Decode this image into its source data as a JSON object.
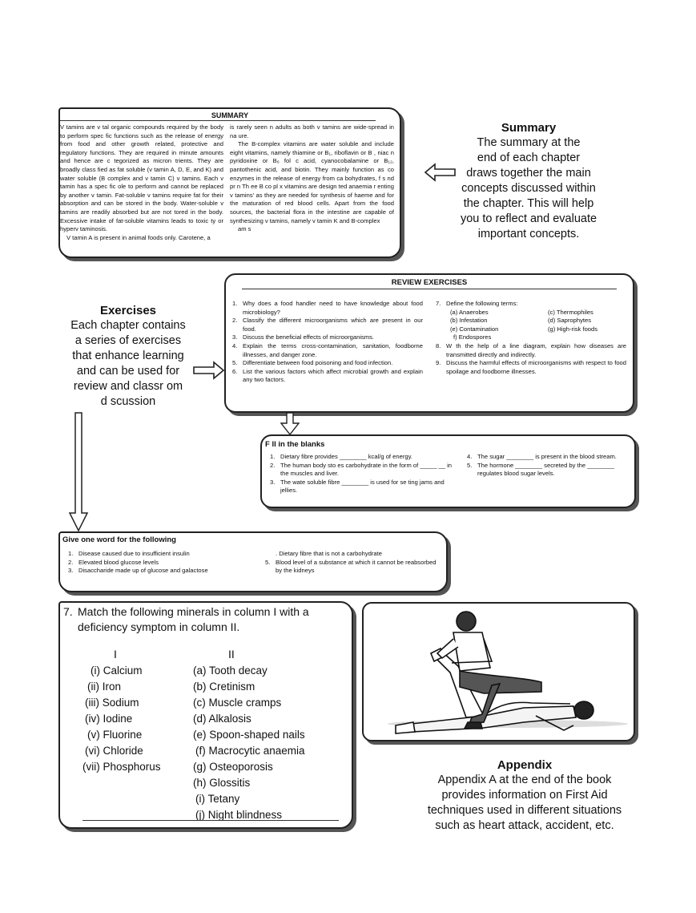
{
  "summary_box": {
    "heading": "SUMMARY",
    "left_paragraphs": [
      "V tamins are v tal organic compounds required by the body to perform spec fic functions such as the release of energy from food and other growth related, protective and regulatory functions. They are required in minute amounts and hence are c tegorized as micron trients. They are broadly class fied as fat soluble (v tamin A, D, E, and K) and water soluble (B complex and v tamin C) v tamins. Each v tamin has a spec fic ole to perform and cannot be replaced by another v tamin. Fat-soluble v tamins require fat for their absorption and can be stored in the body. Water-soluble v tamins are readily absorbed but are not tored in the body. Excessive intake of fat-soluble vitamins leads to toxic ty or hyperv taminosis.",
      "V tamin A is present in animal foods only. Carotene, a"
    ],
    "right_paragraphs": [
      "is rarely seen n adults as both v tamins are wide-spread in na ure.",
      "The B-complex vitamins are water soluble and include eight vitamins, namely thiamine or B₁, riboflavin or B , niac n pyridoxine or B₆ fol c acid, cyanocobalamine or B₁₂, pantothenic acid, and biotin. They mainly function as co enzymes in the release of energy from ca bohydrates, f s nd pr n Th ee B co pl x vitamins are design ted anaemia r enting v tamins' as they are needed for synthesis of haeme and for the maturation of red blood cells. Apart from the food sources, the bacterial flora in the intestine are capable of synthesizing v tamins, namely v tamin K and B-complex",
      "am s"
    ]
  },
  "summary_callout": {
    "title": "Summary",
    "lines": [
      "The summary at the",
      "end of each chapter",
      "draws together the main",
      "concepts discussed within",
      "the chapter. This will help",
      "you to reflect and evaluate",
      "important concepts."
    ]
  },
  "review_box": {
    "heading": "REVIEW EXERCISES",
    "left_items": [
      {
        "n": "1.",
        "text": "Why does a food handler need to have knowledge about food microbiology?"
      },
      {
        "n": "2.",
        "text": "Classify the different microorganisms which are present in our food."
      },
      {
        "n": "3.",
        "text": "Discuss the beneficial effects of microorganisms."
      },
      {
        "n": "4.",
        "text": "Explain the terms cross-contamination, sanitation, foodborne illnesses, and danger zone."
      },
      {
        "n": "5.",
        "text": "Differentiate between food poisoning and food infection."
      },
      {
        "n": "6.",
        "text": "List the various factors which affect microbial growth and explain any two factors."
      }
    ],
    "q7": {
      "n": "7.",
      "text": "Define the following terms:",
      "terms_left": [
        "(a) Anaerobes",
        "(b) Infestation",
        "(e) Contamination",
        "f) Endospores"
      ],
      "terms_right": [
        "(c) Thermophiles",
        "(d) Saprophytes",
        "(g) High-risk foods"
      ]
    },
    "right_items": [
      {
        "n": "8.",
        "text": "W th the help of a line diagram, explain how diseases are transmitted directly and indirectly."
      },
      {
        "n": "9.",
        "text": "Discuss the harmful effects of microorganisms with respect to food spoilage and foodborne illnesses."
      }
    ]
  },
  "exercises_callout": {
    "title": "Exercises",
    "lines": [
      "Each chapter contains",
      "a series of exercises",
      "that enhance learning",
      "and can be used for",
      "review and classr om",
      "d scussion"
    ]
  },
  "fill_box": {
    "heading": "F ll in the blanks",
    "left_items": [
      {
        "n": "1.",
        "text": "Dietary fibre provides ________ kcal/g of energy."
      },
      {
        "n": "2.",
        "text": "The human body sto es carbohydrate in the form of _____ __ in the muscles and liver."
      },
      {
        "n": "3.",
        "text": "The wate soluble fibre ________ is used for se ting jams and jellies."
      }
    ],
    "right_items": [
      {
        "n": "4.",
        "text": "The sugar ________ is present in the blood stream."
      },
      {
        "n": "5.",
        "text": "The hormone ________ secreted by the ________ regulates blood sugar levels."
      }
    ]
  },
  "oneword_box": {
    "heading": "Give one word for the following",
    "left_items": [
      {
        "n": "1.",
        "text": "Disease caused due to insufficient insulin"
      },
      {
        "n": "2.",
        "text": "Elevated blood glucose levels"
      },
      {
        "n": "3.",
        "text": "Disaccharide made up of glucose and galactose"
      }
    ],
    "right_items": [
      {
        "n": "",
        "text": ". Dietary fibre that is not a carbohydrate"
      },
      {
        "n": "5.",
        "text": "Blood level of a substance at which it cannot be reabsorbed by the kidneys"
      }
    ]
  },
  "match_box": {
    "intro_num": "7.",
    "intro": "Match the following minerals in column I with a deficiency symptom in column II.",
    "col1_header": "I",
    "col2_header": "II",
    "col1": [
      "(i) Calcium",
      "(ii) Iron",
      "(iii) Sodium",
      "(iv) Iodine",
      "(v) Fluorine",
      "(vi) Chloride",
      "(vii) Phosphorus"
    ],
    "col2": [
      "(a) Tooth decay",
      "(b) Cretinism",
      "(c) Muscle cramps",
      "(d) Alkalosis",
      "(e) Spoon-shaped nails",
      "(f) Macrocytic anaemia",
      "(g) Osteoporosis",
      "(h) Glossitis",
      "(i) Tetany",
      "(j) Night blindness"
    ]
  },
  "appendix_callout": {
    "title": "Appendix",
    "lines": [
      "Appendix A at the end of the book",
      "provides information on First Aid",
      "techniques used in different situations",
      "such as heart attack, accident, etc."
    ]
  }
}
